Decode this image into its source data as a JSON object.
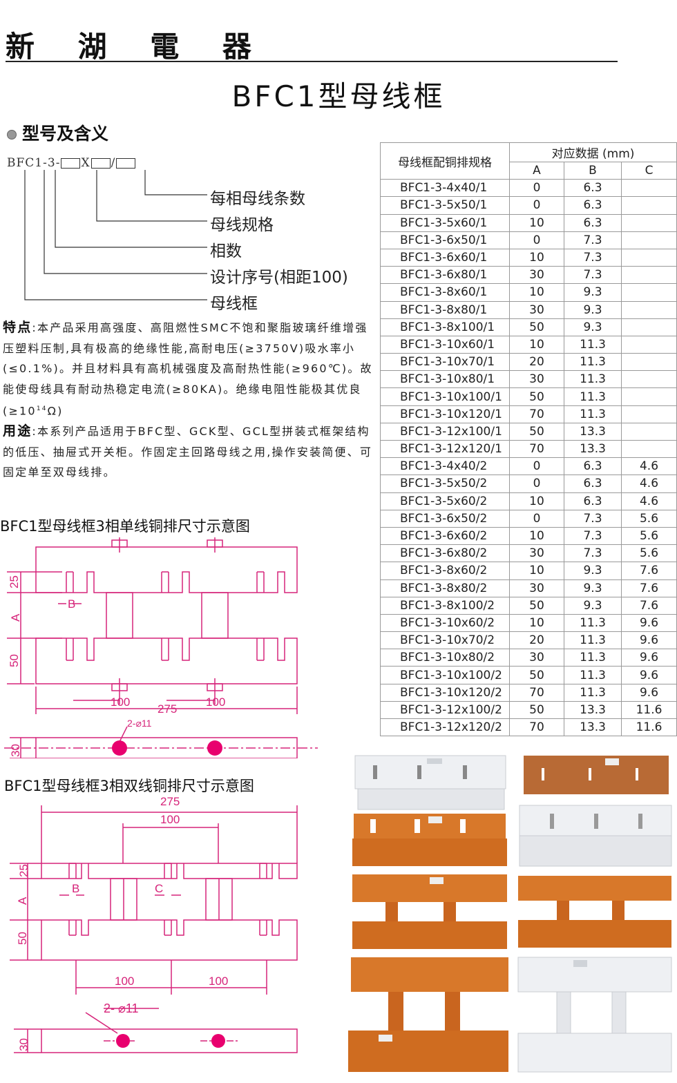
{
  "brand": "新 湖 電 器",
  "title": "BFC1型母线框",
  "section_title": "型号及含义",
  "model_code": {
    "prefix": "BFC",
    "digit": "1",
    "dash1": "-",
    "phase": "3",
    "dash2": "-",
    "x": "X",
    "slash": "/",
    "labels": [
      "每相母线条数",
      "母线规格",
      "相数",
      "设计序号(相距100)",
      "母线框"
    ]
  },
  "description": {
    "feature_title": "特点",
    "feature_text": ":本产品采用高强度、高阻燃性SMC不饱和聚脂玻璃纤维增强压塑料压制,具有极高的绝缘性能,高耐电压(≥3750V)吸水率小(≤0.1%)。并且材料具有高机械强度及高耐热性能(≥960℃)。故能使母线具有耐动热稳定电流(≥80KA)。绝缘电阻性能极其优良(≥10",
    "feature_sup": "14",
    "feature_end": "Ω)",
    "use_title": "用途",
    "use_text": ":本系列产品适用于BFC型、GCK型、GCL型拼装式框架结构的低压、抽屉式开关柜。作固定主回路母线之用,操作安装简便、可固定单至双母线排。"
  },
  "diagram1": {
    "title": "BFC1型母线框3相单线铜排尺寸示意图",
    "dims": {
      "d25": "25",
      "dA": "A",
      "d50": "50",
      "dB": "B",
      "d100a": "100",
      "d275": "275",
      "d100b": "100",
      "d30": "30",
      "hole": "2-⌀11"
    }
  },
  "diagram2": {
    "title": "BFC1型母线框3相双线铜排尺寸示意图",
    "dims": {
      "d275": "275",
      "d100top": "100",
      "d25": "25",
      "dA": "A",
      "d50": "50",
      "dB": "B",
      "dC": "C",
      "d100a": "100",
      "d100b": "100",
      "d30": "30",
      "hole": "2- ⌀11"
    }
  },
  "spec_table": {
    "col_model": "母线框配铜排规格",
    "col_group": "对应数据 (mm)",
    "col_a": "A",
    "col_b": "B",
    "col_c": "C",
    "rows": [
      [
        "BFC1-3-4x40/1",
        "0",
        "6.3",
        ""
      ],
      [
        "BFC1-3-5x50/1",
        "0",
        "6.3",
        ""
      ],
      [
        "BFC1-3-5x60/1",
        "10",
        "6.3",
        ""
      ],
      [
        "BFC1-3-6x50/1",
        "0",
        "7.3",
        ""
      ],
      [
        "BFC1-3-6x60/1",
        "10",
        "7.3",
        ""
      ],
      [
        "BFC1-3-6x80/1",
        "30",
        "7.3",
        ""
      ],
      [
        "BFC1-3-8x60/1",
        "10",
        "9.3",
        ""
      ],
      [
        "BFC1-3-8x80/1",
        "30",
        "9.3",
        ""
      ],
      [
        "BFC1-3-8x100/1",
        "50",
        "9.3",
        ""
      ],
      [
        "BFC1-3-10x60/1",
        "10",
        "11.3",
        ""
      ],
      [
        "BFC1-3-10x70/1",
        "20",
        "11.3",
        ""
      ],
      [
        "BFC1-3-10x80/1",
        "30",
        "11.3",
        ""
      ],
      [
        "BFC1-3-10x100/1",
        "50",
        "11.3",
        ""
      ],
      [
        "BFC1-3-10x120/1",
        "70",
        "11.3",
        ""
      ],
      [
        "BFC1-3-12x100/1",
        "50",
        "13.3",
        ""
      ],
      [
        "BFC1-3-12x120/1",
        "70",
        "13.3",
        ""
      ],
      [
        "BFC1-3-4x40/2",
        "0",
        "6.3",
        "4.6"
      ],
      [
        "BFC1-3-5x50/2",
        "0",
        "6.3",
        "4.6"
      ],
      [
        "BFC1-3-5x60/2",
        "10",
        "6.3",
        "4.6"
      ],
      [
        "BFC1-3-6x50/2",
        "0",
        "7.3",
        "5.6"
      ],
      [
        "BFC1-3-6x60/2",
        "10",
        "7.3",
        "5.6"
      ],
      [
        "BFC1-3-6x80/2",
        "30",
        "7.3",
        "5.6"
      ],
      [
        "BFC1-3-8x60/2",
        "10",
        "9.3",
        "7.6"
      ],
      [
        "BFC1-3-8x80/2",
        "30",
        "9.3",
        "7.6"
      ],
      [
        "BFC1-3-8x100/2",
        "50",
        "9.3",
        "7.6"
      ],
      [
        "BFC1-3-10x60/2",
        "10",
        "11.3",
        "9.6"
      ],
      [
        "BFC1-3-10x70/2",
        "20",
        "11.3",
        "9.6"
      ],
      [
        "BFC1-3-10x80/2",
        "30",
        "11.3",
        "9.6"
      ],
      [
        "BFC1-3-10x100/2",
        "50",
        "11.3",
        "9.6"
      ],
      [
        "BFC1-3-10x120/2",
        "70",
        "11.3",
        "9.6"
      ],
      [
        "BFC1-3-12x100/2",
        "50",
        "13.3",
        "11.6"
      ],
      [
        "BFC1-3-12x120/2",
        "70",
        "13.3",
        "11.6"
      ]
    ]
  },
  "colors": {
    "diagram": "#d6247a",
    "hole": "#e8006e",
    "orange": "#d8782a",
    "white_part": "#eef0f3",
    "brown": "#b86a35"
  }
}
